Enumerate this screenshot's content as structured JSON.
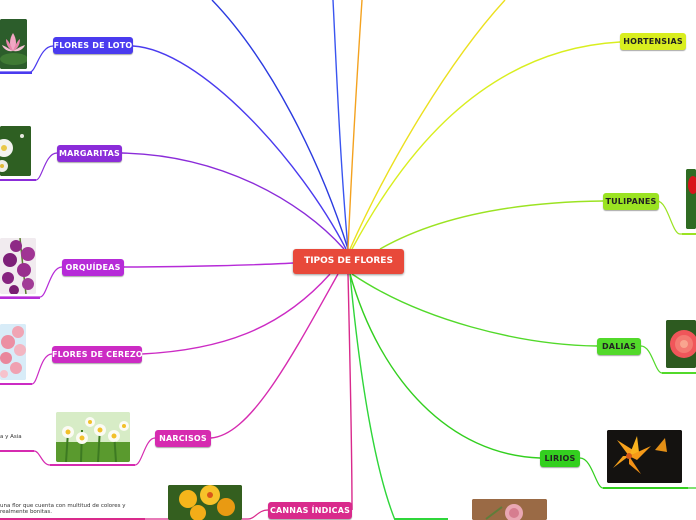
{
  "central": {
    "label": "TIPOS DE FLORES",
    "color": "#e8493a"
  },
  "branches": {
    "loto": {
      "label": "FLORES DE LOTO",
      "color": "#4a3bef"
    },
    "margaritas": {
      "label": "MARGARITAS",
      "color": "#8b2cd9"
    },
    "orquideas": {
      "label": "ORQUÍDEAS",
      "color": "#b62bd8"
    },
    "cerezo": {
      "label": "FLORES DE CEREZO",
      "color": "#cc2bc4"
    },
    "narcisos": {
      "label": "NARCISOS",
      "color": "#d62bb0"
    },
    "cannas": {
      "label": "CANNAS ÍNDICAS",
      "color": "#d92a8c"
    },
    "hortensias": {
      "label": "HORTENSIAS",
      "color": "#d9ee1f"
    },
    "tulipanes": {
      "label": "TULIPANES",
      "color": "#9be322"
    },
    "dalias": {
      "label": "DALIAS",
      "color": "#52d92a"
    },
    "lirios": {
      "label": "LIRIOS",
      "color": "#33cf1f"
    }
  },
  "notes": {
    "narcisos": "a y Asia",
    "cannas_line1": "una flor que cuenta con multitud de colores y",
    "cannas_line2": "realmente bonitas."
  },
  "icons": {
    "loto": "lotus-photo",
    "margaritas": "daisy-photo",
    "orquideas": "orchid-photo",
    "cerezo": "cherry-blossom-photo",
    "narcisos": "narcissus-photo",
    "cannas": "canna-photo",
    "tulipanes": "tulip-photo",
    "dalias": "dahlia-photo",
    "lirios": "lily-photo",
    "bottom": "carnation-photo"
  }
}
